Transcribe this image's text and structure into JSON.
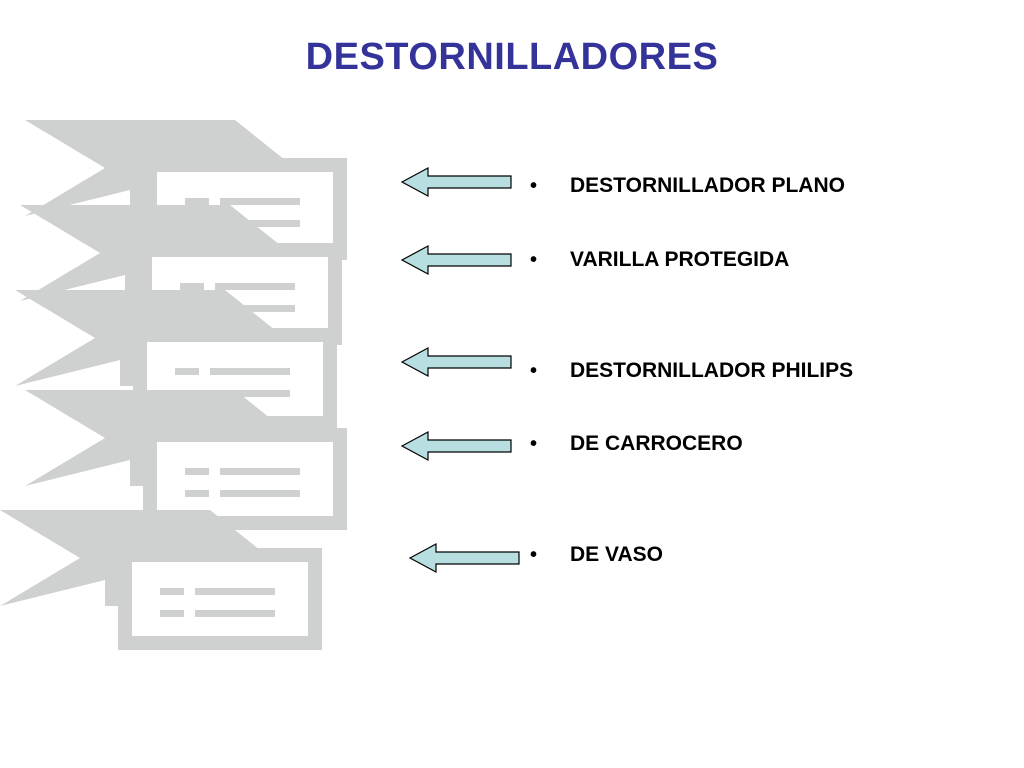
{
  "slide": {
    "title": "DESTORNILLADORES",
    "title_color": "#333399"
  },
  "colors": {
    "arrow_fill": "#b7dee0",
    "arrow_stroke": "#000000",
    "placeholder_gray": "#cfd0d0"
  },
  "icons": {
    "arrow": "arrow-left-icon",
    "bullet": "bullet-icon",
    "placeholder": "document-placeholder-icon"
  },
  "items": [
    {
      "bullet": "•",
      "label": "DESTORNILLADOR PLANO"
    },
    {
      "bullet": "•",
      "label": "VARILLA PROTEGIDA"
    },
    {
      "bullet": "•",
      "label": "DESTORNILLADOR PHILIPS"
    },
    {
      "bullet": "•",
      "label": "DE CARROCERO"
    },
    {
      "bullet": "•",
      "label": "DE VASO"
    }
  ]
}
